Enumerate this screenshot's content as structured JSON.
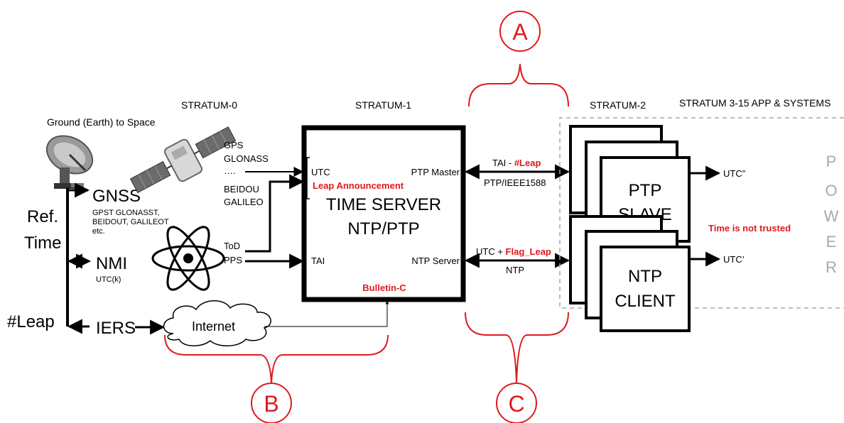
{
  "colors": {
    "accent_red": "#e0191f",
    "line": "#000000",
    "dashed_box": "#a8a8a8",
    "power_text": "#a8a8a8"
  },
  "callouts": {
    "a": "A",
    "b": "B",
    "c": "C"
  },
  "strata": {
    "stratum0": "STRATUM-0",
    "stratum1": "STRATUM-1",
    "stratum2": "STRATUM-2",
    "stratum3_15": "STRATUM 3-15  APP & SYSTEMS"
  },
  "reference": {
    "ground_to_space": "Ground (Earth)  to Space",
    "ref_line1": "Ref.",
    "ref_line2": "Time",
    "leap": "#Leap"
  },
  "sources": {
    "gnss": "GNSS",
    "gnss_sub1": "GPST  GLONASST,",
    "gnss_sub2": "BEIDOUT, GALILEOT",
    "gnss_sub3": "etc.",
    "nmi": "NMI",
    "nmi_sub": "UTC(k)",
    "iers": "IERS",
    "internet": "Internet"
  },
  "signals": {
    "gps": "GPS",
    "glonass": "GLONASS",
    "dots": "….",
    "beidou": "BEIDOU",
    "galileo": "GALILEO",
    "tod": "ToD",
    "pps": "PPS"
  },
  "time_server": {
    "utc": "UTC",
    "leap_announcement": "Leap Announcement",
    "title_line1": "TIME SERVER",
    "title_line2": "NTP/PTP",
    "ptp_master": "PTP Master",
    "tai": "TAI",
    "ntp_server": "NTP Server",
    "bulletin": "Bulletin-C"
  },
  "links": {
    "ptp_top_prefix": "TAI - ",
    "ptp_top_red": "#Leap",
    "ptp_bottom": "PTP/IEEE1588",
    "ntp_top_prefix": "UTC + ",
    "ntp_top_red": "Flag_Leap",
    "ntp_bottom": "NTP"
  },
  "clients": {
    "ptp_line1": "PTP",
    "ptp_line2": "SLAVE",
    "ntp_line1": "NTP",
    "ntp_line2": "CLIENT",
    "utc_ptp": "UTC”",
    "utc_ntp": "UTC’",
    "not_trusted": "Time is not trusted"
  },
  "power_letters": [
    "P",
    "O",
    "W",
    "E",
    "R"
  ]
}
